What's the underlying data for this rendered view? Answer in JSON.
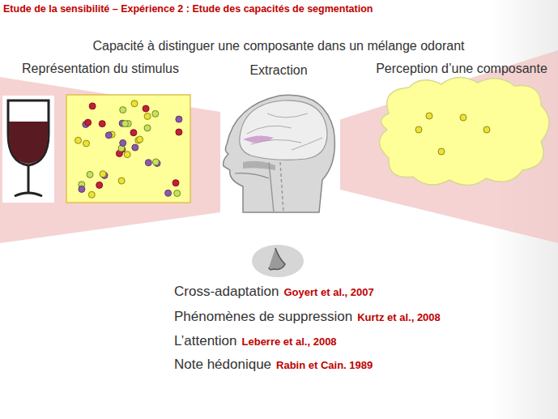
{
  "diagram": {
    "title": "Etude de la sensibilité – Expérience 2 : Etude des capacités de segmentation",
    "labels": [
      "Capacité à distinguer une composante dans un mélange odorant",
      "Représentation du stimulus",
      "Extraction",
      "Perception d’une composante",
      "Cross-adaptation",
      "Goyert et al., 2007",
      "Phénomènes de suppression",
      "Kurtz et al., 2008",
      "L’attention",
      "Leberre et al., 2008",
      "Note hédonique",
      "Rabin et Cain. 1989"
    ]
  }
}
